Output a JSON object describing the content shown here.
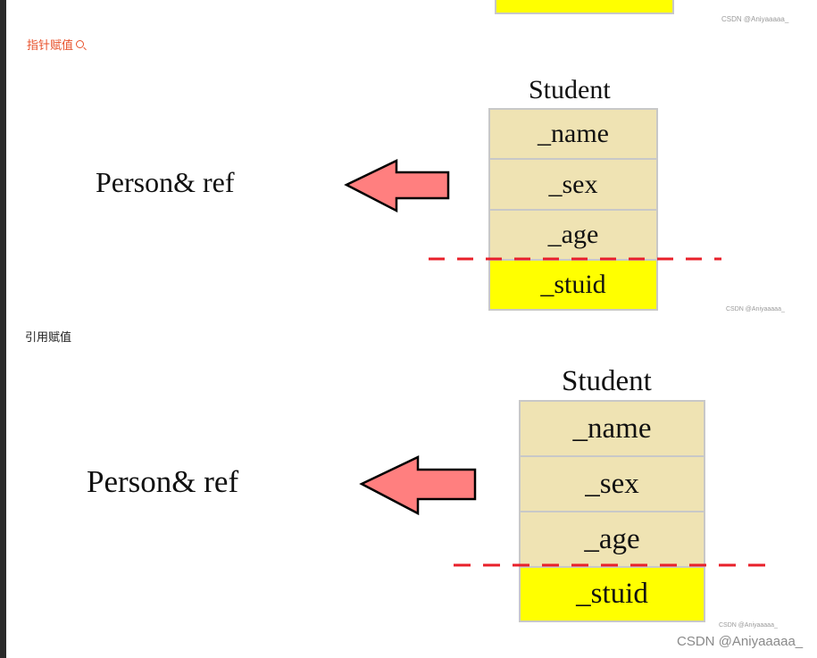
{
  "captions": {
    "pointer_assign": "指针赋值",
    "reference_assign": "引用赋值"
  },
  "watermarks": {
    "small": "CSDN @Aniyaaaaa_",
    "footer": "CSDN @Aniyaaaaa_"
  },
  "diagrams": [
    {
      "title": "Student",
      "ref_label": "Person& ref",
      "fields": [
        "_name",
        "_sex",
        "_age",
        "_stuid"
      ]
    },
    {
      "title": "Student",
      "ref_label": "Person& ref",
      "fields": [
        "_name",
        "_sex",
        "_age",
        "_stuid"
      ]
    }
  ],
  "colors": {
    "base_field": "#efe3b3",
    "derived_field": "#ffff00",
    "arrow_fill": "#ff7f7f",
    "slice_line": "#e8202a",
    "link": "#e8502a"
  },
  "icons": {
    "search": "search-icon"
  }
}
